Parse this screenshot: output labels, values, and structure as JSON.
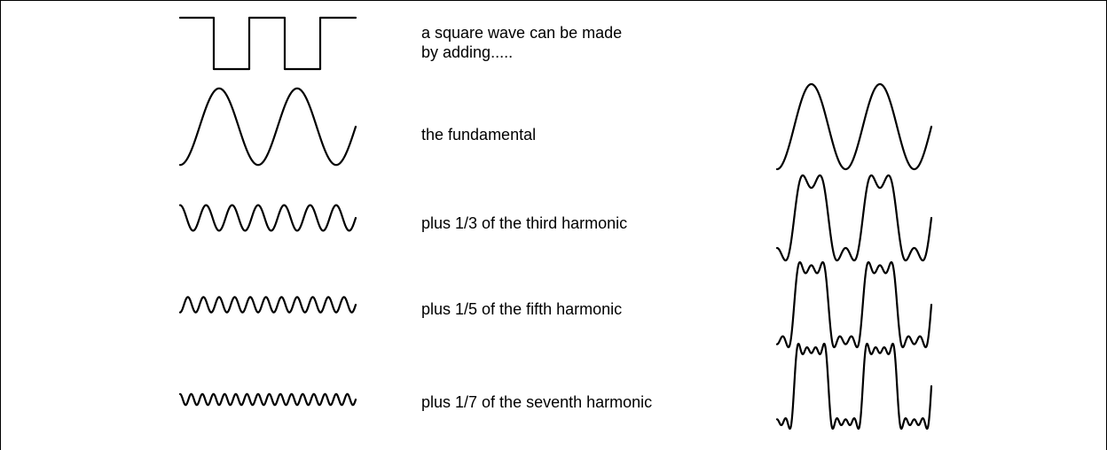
{
  "captions": {
    "square": "a square wave can be made\nby adding.....",
    "fundamental": "the fundamental",
    "third": "plus 1/3 of the third harmonic",
    "fifth": "plus 1/5 of the fifth harmonic",
    "seventh": "plus 1/7 of the seventh harmonic"
  },
  "waves": {
    "fundamental": {
      "harmonic": 1,
      "amplitude_ratio": 1
    },
    "third": {
      "harmonic": 3,
      "amplitude_ratio": 0.3333
    },
    "fifth": {
      "harmonic": 5,
      "amplitude_ratio": 0.2
    },
    "seventh": {
      "harmonic": 7,
      "amplitude_ratio": 0.1429
    },
    "partial_sums": [
      [
        1
      ],
      [
        1,
        3
      ],
      [
        1,
        3,
        5
      ],
      [
        1,
        3,
        5,
        7
      ]
    ]
  },
  "colors": {
    "stroke": "#000000",
    "background": "#ffffff"
  }
}
